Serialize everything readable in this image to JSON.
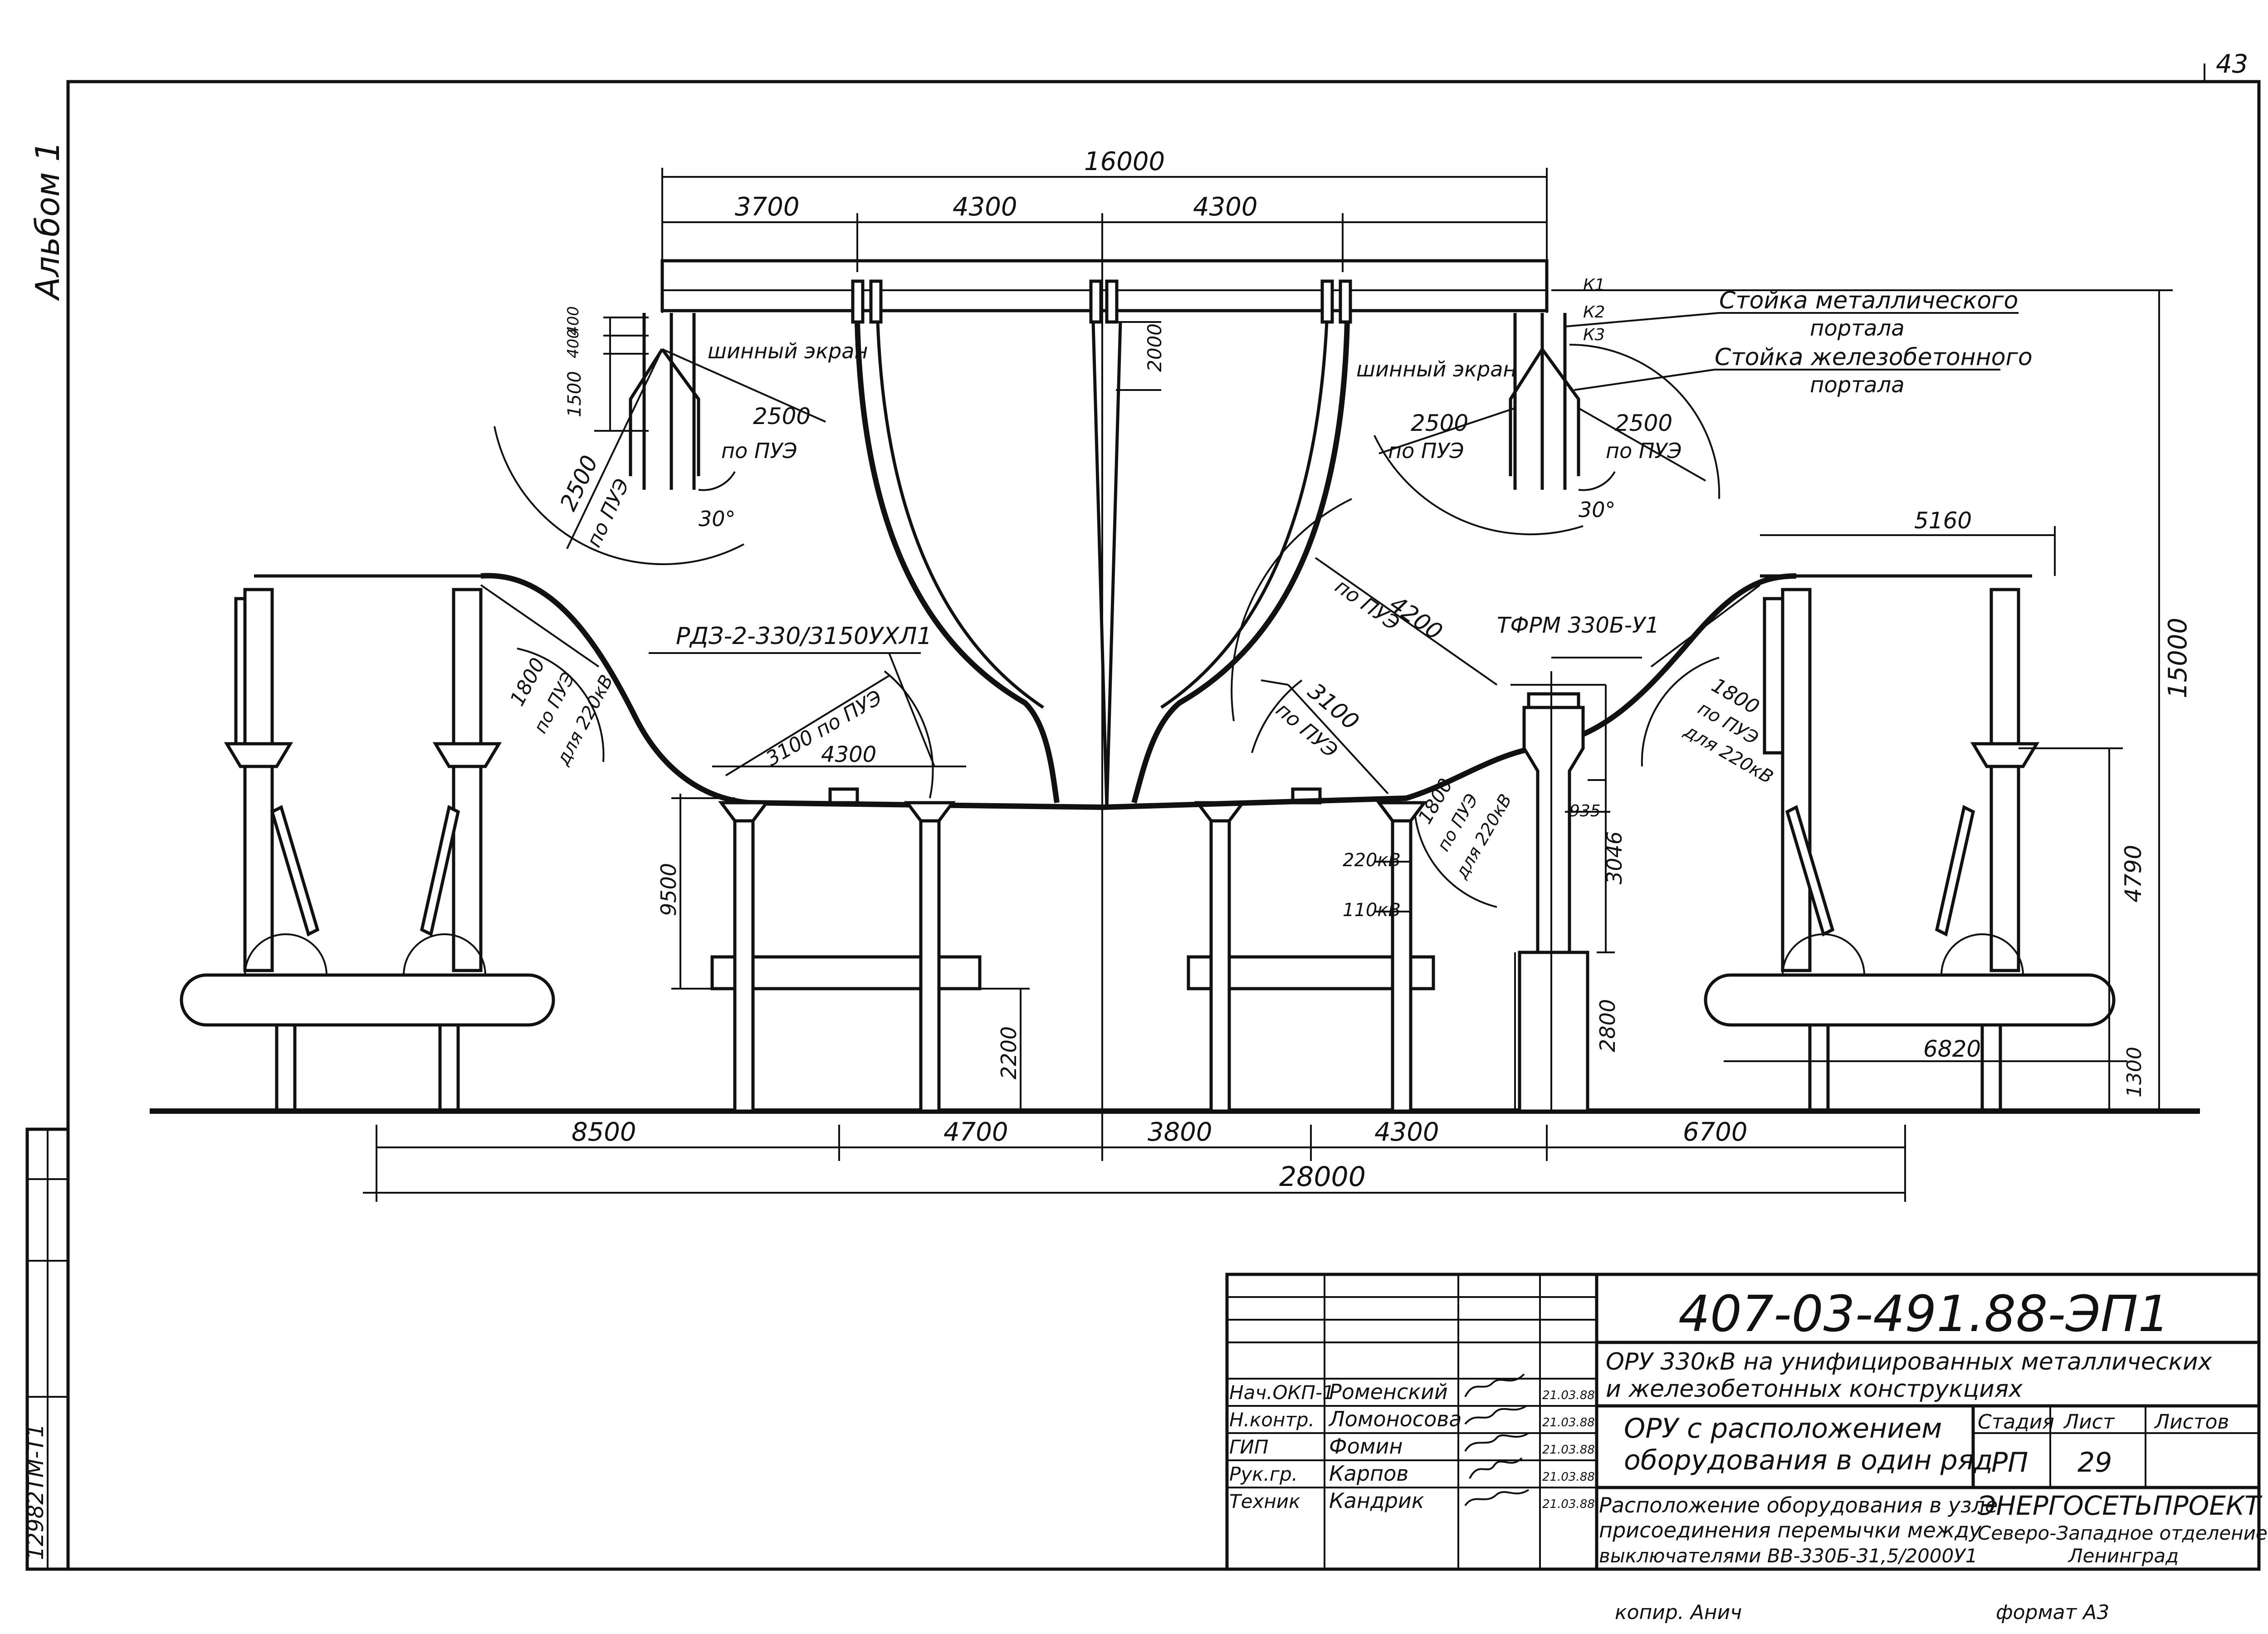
{
  "sheet": {
    "page_number": "43",
    "album_label": "Альбом 1",
    "side_code": "12982ТМ-Т1",
    "copy_label": "копир. Анич",
    "format_label": "формат А3"
  },
  "dimensions": {
    "top_total": "16000",
    "top_left": "3700",
    "top_mid_left": "4300",
    "top_mid_right": "4300",
    "portal_v1": "400",
    "portal_v2": "400",
    "portal_v3": "1500",
    "drop_height": "2000",
    "clear_left_h": "2500",
    "clear_left_d": "2500",
    "clear_right_h1": "2500",
    "clear_right_h2": "2500",
    "total_height": "15000",
    "rds_span": "4300",
    "rds_clearance": "3100 по ПУЭ",
    "clear_3100": "3100",
    "clear_4200": "4200",
    "clear_1800_l": "1800",
    "clear_1800_r": "1800",
    "clear_1800_c": "1800",
    "h_9500": "9500",
    "h_2200": "2200",
    "h_2800": "2800",
    "h_3046": "3046",
    "h_935": "935",
    "h_4790": "4790",
    "h_1300": "1300",
    "w_5160": "5160",
    "w_6820": "6820",
    "bottom_spans": [
      "8500",
      "4700",
      "3800",
      "4300",
      "6700"
    ],
    "bottom_total": "28000"
  },
  "labels": {
    "bus_screen_left": "шинный экран",
    "bus_screen_right": "шинный экран",
    "k1": "К1",
    "k2": "К2",
    "k3": "К3",
    "metal_post_1": "Стойка металлического",
    "metal_post_2": "портала",
    "concrete_post_1": "Стойка железобетонного",
    "concrete_post_2": "портала",
    "pue": "по ПУЭ",
    "for_220": "для 220кВ",
    "angle": "30°",
    "rds_label": "РДЗ-2-330/3150УХЛ1",
    "tfrm_label": "ТФРМ 330Б-У1",
    "kv220": "220кВ",
    "kv110": "110кВ"
  },
  "title_block": {
    "doc_code": "407-03-491.88-ЭП1",
    "object_line1": "ОРУ 330кВ на унифицированных металлических",
    "object_line2": "и железобетонных конструкциях",
    "title_line1": "ОРУ с расположением",
    "title_line2": "оборудования в один ряд",
    "sheet_title_line1": "Расположение оборудования в узле",
    "sheet_title_line2": "присоединения перемычки между",
    "sheet_title_line3": "выключателями ВВ-330Б-31,5/2000У1",
    "stage_header": "Стадия",
    "sheet_header": "Лист",
    "sheets_header": "Листов",
    "stage_value": "РП",
    "sheet_value": "29",
    "org_line1": "ЭНЕРГОСЕТЬПРОЕКТ",
    "org_line2": "Северо-Западное отделение",
    "org_line3": "Ленинград",
    "staff": [
      {
        "role": "Нач.ОКП-1",
        "name": "Роменский",
        "date": "21.03.88"
      },
      {
        "role": "Н.контр.",
        "name": "Ломоносова",
        "date": "21.03.88"
      },
      {
        "role": "ГИП",
        "name": "Фомин",
        "date": "21.03.88"
      },
      {
        "role": "Рук.гр.",
        "name": "Карпов",
        "date": "21.03.88"
      },
      {
        "role": "Техник",
        "name": "Кандрик",
        "date": "21.03.88"
      }
    ]
  }
}
